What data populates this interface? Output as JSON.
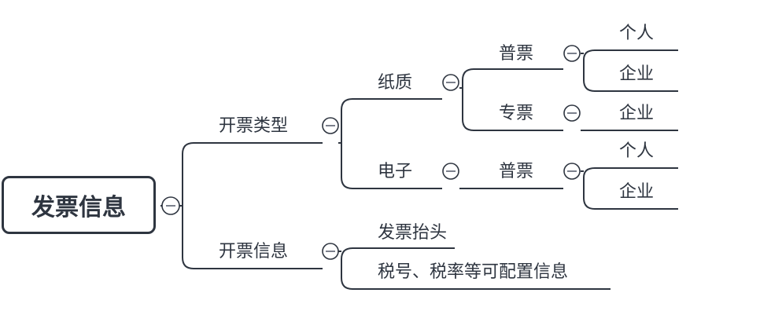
{
  "mindmap": {
    "root": "发票信息",
    "nodes": {
      "kaipiao_leixing": "开票类型",
      "kaipiao_xinxi": "开票信息",
      "zhizhi": "纸质",
      "dianzi": "电子",
      "zhizhi_putong": "普票",
      "zhizhi_zhuan": "专票",
      "dianzi_putong": "普票",
      "leaf_geren_1": "个人",
      "leaf_qiye_1": "企业",
      "leaf_qiye_2": "企业",
      "leaf_geren_2": "个人",
      "leaf_qiye_3": "企业",
      "fapiao_taitou": "发票抬头",
      "shuihao_info": "税号、税率等可配置信息"
    }
  }
}
